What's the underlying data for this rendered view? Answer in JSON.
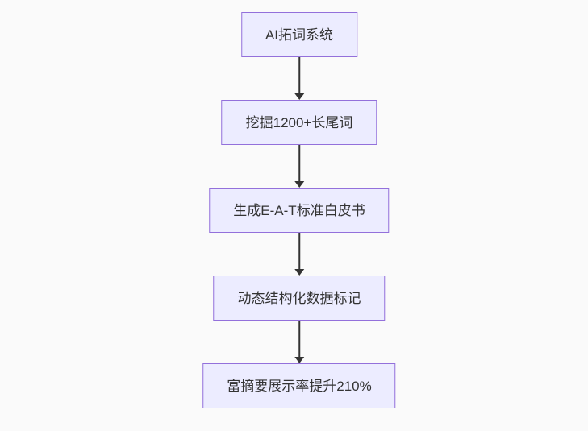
{
  "diagram": {
    "type": "flowchart",
    "direction": "top-down",
    "nodes": [
      {
        "label": "AI拓词系统"
      },
      {
        "label": "挖掘1200+长尾词"
      },
      {
        "label": "生成E-A-T标准白皮书"
      },
      {
        "label": "动态结构化数据标记"
      },
      {
        "label": "富摘要展示率提升210%"
      }
    ],
    "edges": [
      {
        "from": 0,
        "to": 1
      },
      {
        "from": 1,
        "to": 2
      },
      {
        "from": 2,
        "to": 3
      },
      {
        "from": 3,
        "to": 4
      }
    ],
    "colors": {
      "node_fill": "#ECECFF",
      "node_border": "#9370DB",
      "edge": "#333333",
      "text": "#333333",
      "background": "#FAFAFA"
    }
  }
}
